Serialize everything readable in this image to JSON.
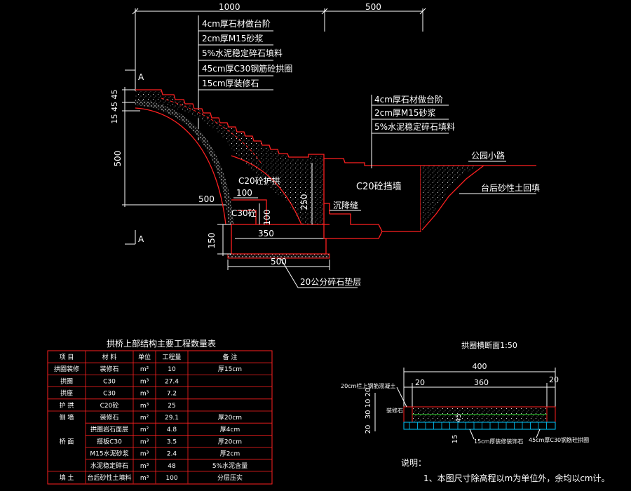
{
  "dims": {
    "d1000": "1000",
    "d500_top": "500",
    "d1545": "15 45 45",
    "d500_left": "500",
    "d500_mid": "500",
    "d100_a": "100",
    "d100_b": "100",
    "d250": "250",
    "d350": "350",
    "d150": "150",
    "d500_bot": "500",
    "section_A_top": "A",
    "section_A_bot": "A"
  },
  "callout_left": [
    "4cm厚石材做台阶",
    "2cm厚M15砂浆",
    "5%水泥稳定碎石填料",
    "45cm厚C30钢筋砼拱圈",
    "15cm厚装修石"
  ],
  "callout_right": [
    "4cm厚石材做台阶",
    "2cm厚M15砂浆",
    "5%水泥稳定碎石填料"
  ],
  "labels": {
    "c20_guard": "C20砼护拱",
    "c20_retaining": "C20砼挡墙",
    "c30_base": "C30砼",
    "settlement": "沉降缝",
    "park_road": "公园小路",
    "backfill": "台后砂性土回填",
    "gravel": "20公分碎石垫层"
  },
  "table": {
    "title": "拱桥上部结构主要工程数量表",
    "headers": [
      "项 目",
      "材 料",
      "单位",
      "工程量",
      "备 注"
    ],
    "rows": [
      [
        "拱圈装修",
        "装修石",
        "m²",
        "10",
        "厚15cm"
      ],
      [
        "拱圈",
        "C30",
        "m³",
        "27.4",
        ""
      ],
      [
        "拱座",
        "C30",
        "m³",
        "7.2",
        ""
      ],
      [
        "护 拱",
        "C20砼",
        "m³",
        "25",
        ""
      ],
      [
        "侧 墙",
        "装修石",
        "m²",
        "29.1",
        "厚20cm"
      ],
      [
        "",
        "拱圈岩石面层",
        "m²",
        "4.8",
        "厚4cm"
      ],
      [
        "桥 面",
        "搭板C30",
        "m³",
        "3.5",
        "厚20cm"
      ],
      [
        "",
        "M15水泥砂浆",
        "m³",
        "2.4",
        "厚2cm"
      ],
      [
        "",
        "水泥稳定碎石",
        "m³",
        "48",
        "5%水泥含量"
      ],
      [
        "填 土",
        "台后砂性土填料",
        "m³",
        "100",
        "分层压实"
      ]
    ]
  },
  "section": {
    "title": "拱圈横断面1:50",
    "d400": "400",
    "d20_l": "20",
    "d360": "360",
    "d20_r": "20",
    "d_left_upper": "30 10 20",
    "d_left_lower": "20",
    "d45": "45",
    "d15": "15",
    "lbl_railing": "20cm栏上钢筋混凝土",
    "lbl_stone": "装修石",
    "lbl_15cm": "15cm厚装修装饰石",
    "lbl_45cm": "45cm厚C30钢筋砼拱圈"
  },
  "notes": {
    "heading": "说明：",
    "line1": "1、本图尺寸除高程以m为单位外，余均以cm计。"
  },
  "colors": {
    "background": "#000000",
    "structure": "#ff2020",
    "dimension": "#ffffff",
    "grid": "#2fd82f",
    "rebar": "#00c8ff"
  }
}
